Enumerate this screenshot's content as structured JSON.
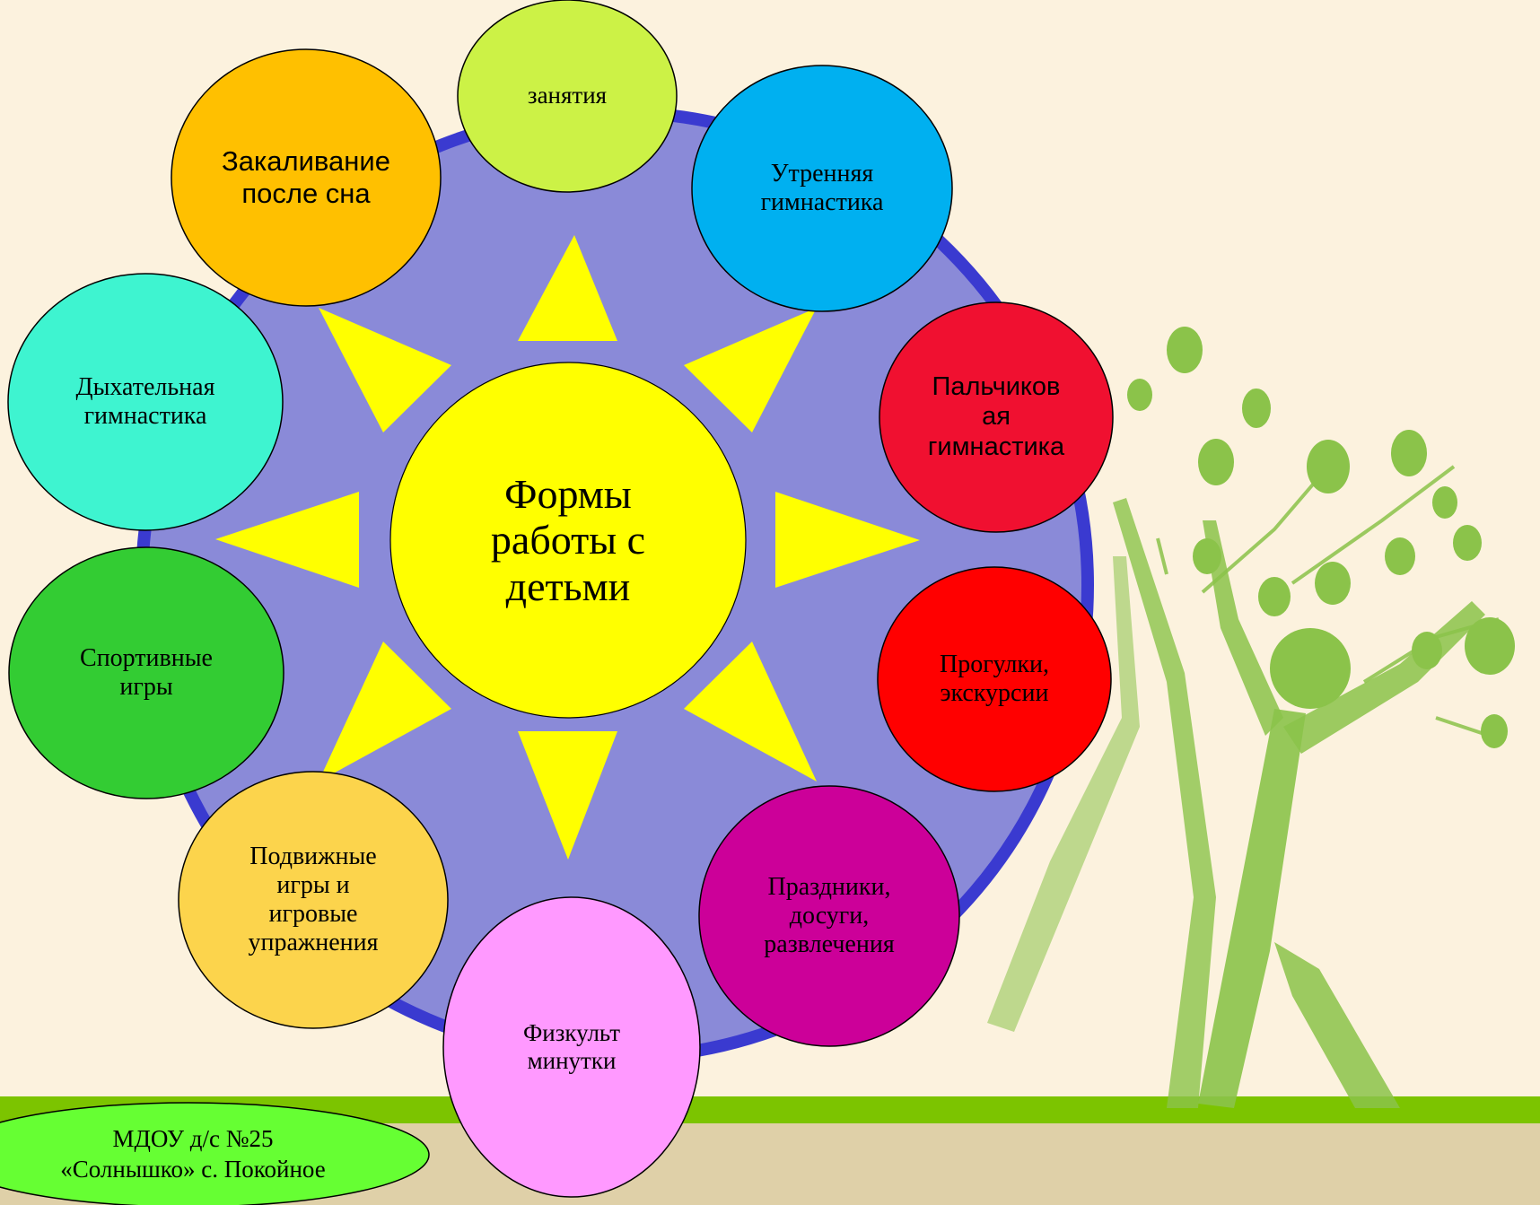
{
  "center": {
    "label": "Формы\nработы с\nдетьми",
    "color": "#ffff00"
  },
  "nodes": [
    {
      "id": "zanyatiya",
      "label": "занятия",
      "color": "#ccf246"
    },
    {
      "id": "utrennyaya",
      "label": "Утренняя\nгимнастика",
      "color": "#00b0f0"
    },
    {
      "id": "palchikovaya",
      "label": "Пальчиков\nая\nгимнастика",
      "color": "#f01030"
    },
    {
      "id": "progulki",
      "label": "Прогулки,\nэкскурсии",
      "color": "#ff0000"
    },
    {
      "id": "prazdniki",
      "label": "Праздники,\nдосуги,\nразвлечения",
      "color": "#cc0099"
    },
    {
      "id": "fizkult",
      "label": "Физкульт\nминутки",
      "color": "#ff99ff"
    },
    {
      "id": "podvizhnye",
      "label": "Подвижные\nигры и\nигровые\nупражнения",
      "color": "#fcd44c"
    },
    {
      "id": "sportivnye",
      "label": "Спортивные\nигры",
      "color": "#33cc33"
    },
    {
      "id": "dyhatelnaya",
      "label": "Дыхательная\nгимнастика",
      "color": "#3ef4d0"
    },
    {
      "id": "zakalivanie",
      "label": "Закаливание\nпосле сна",
      "color": "#ffc000"
    }
  ],
  "footer": {
    "label": "МДОУ д/с №25\n«Солнышко» с. Покойное"
  },
  "colors": {
    "background": "#fcf2de",
    "ground": "#dfd0a8",
    "grass": "#7cc400",
    "ring_fill": "#8a8ad8",
    "ring_border": "#3a3ad0",
    "sun_rays": "#ffff00",
    "tree": "#8bc34a",
    "footer_fill": "#66ff33"
  }
}
